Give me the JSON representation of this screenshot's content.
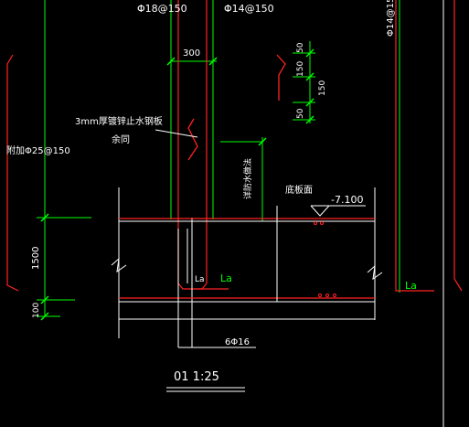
{
  "drawing": {
    "labels": {
      "rebar_phi18": "Φ18@150",
      "rebar_phi14": "Φ14@150",
      "rebar_phi14_right": "Φ14@15",
      "dim_300": "300",
      "dim_50_top": "50",
      "dim_150_a": "150",
      "dim_150_b": "150",
      "dim_50_bottom": "50",
      "steel_plate_line1": "3mm厚镀锌止水钢板",
      "steel_plate_line2": "余同",
      "add_rebar": "附加Φ25@150",
      "waterproof": "详防水做法",
      "base_surface": "底板面",
      "elevation": "-7.100",
      "dim_1500": "1500",
      "dim_100": "100",
      "la_left": "La",
      "la_right": "La",
      "la_far_right": "La",
      "bottom_rebar": "6Φ16",
      "title": "01 1:25"
    }
  }
}
